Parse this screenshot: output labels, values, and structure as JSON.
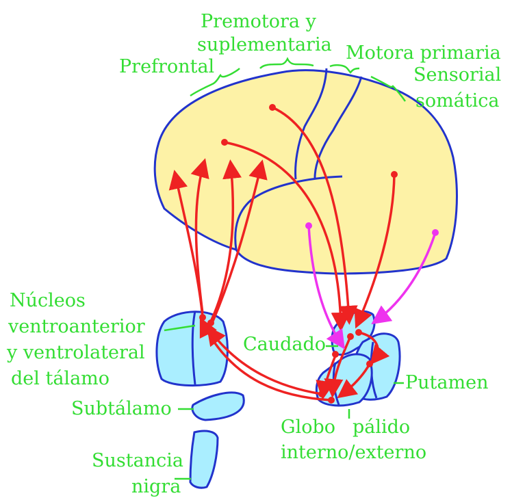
{
  "labels": {
    "premotora_line1": "Premotora y",
    "premotora_line2": "suplementaria",
    "prefrontal": "Prefrontal",
    "motora": "Motora primaria",
    "sensorial_line1": "Sensorial",
    "sensorial_line2": "somática",
    "nucleos_line1": "Núcleos",
    "nucleos_line2": "ventroanterior",
    "nucleos_line3": "y ventrolateral",
    "nucleos_line4": "del tálamo",
    "caudado": "Caudado",
    "putamen": "Putamen",
    "subtalamo": "Subtálamo",
    "globo": "Globo",
    "palido": "pálido",
    "interno_externo": "interno/externo",
    "sustancia_line1": "Sustancia",
    "sustancia_line2": "nigra"
  },
  "colors": {
    "cortex_fill": "#fdf2a6",
    "outline": "#2233cc",
    "nuclei_fill": "#aaeeff",
    "pathway": "#ee2222",
    "sensory_pathway": "#ee33ee",
    "label": "#33dd33"
  }
}
